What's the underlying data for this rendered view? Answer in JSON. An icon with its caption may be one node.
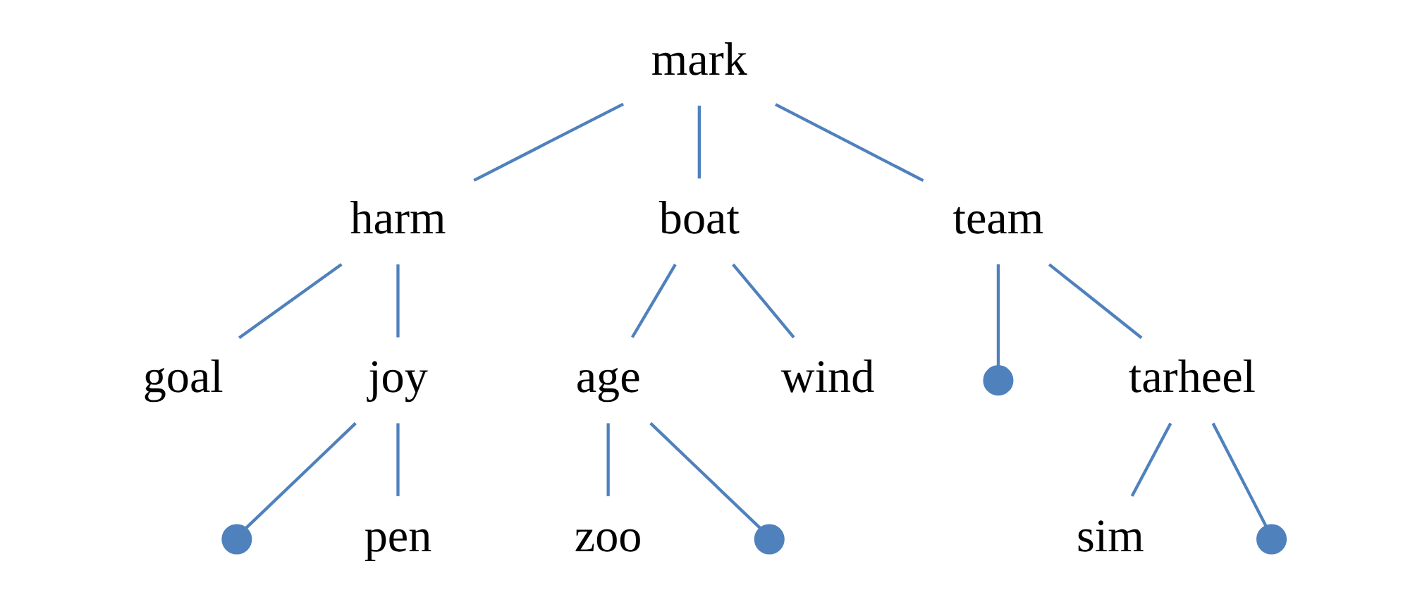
{
  "diagram": {
    "nodes": [
      {
        "text": [
          "mark"
        ]
      },
      {
        "text": [
          "harm"
        ]
      },
      {
        "text": [
          "boat"
        ]
      },
      {
        "text": [
          "team"
        ]
      },
      {
        "text": [],
        "shape": "circle"
      },
      {
        "text": [
          "goal"
        ]
      },
      {
        "text": [
          "joy"
        ]
      },
      {
        "text": [
          "age"
        ]
      },
      {
        "text": [
          "wind"
        ]
      },
      {
        "text": [
          "tarheel"
        ]
      },
      {
        "text": [],
        "shape": "circle"
      },
      {
        "text": [],
        "shape": "circle"
      },
      {
        "text": [],
        "shape": "circle"
      },
      {
        "text": [
          "pen"
        ]
      },
      {
        "text": [
          "zoo"
        ]
      },
      {
        "text": [
          "sim"
        ]
      }
    ],
    "edges": [
      {
        "from": 0,
        "to": 1,
        "arrow": "none"
      },
      {
        "from": 0,
        "to": 2,
        "arrow": "none"
      },
      {
        "from": 0,
        "to": 3,
        "arrow": "none"
      },
      {
        "from": 1,
        "to": 5,
        "arrow": "none"
      },
      {
        "from": 1,
        "to": 6,
        "arrow": "none"
      },
      {
        "from": 2,
        "to": 7,
        "arrow": "none"
      },
      {
        "from": 2,
        "to": 8,
        "arrow": "none"
      },
      {
        "from": 3,
        "to": 4,
        "arrow": "none"
      },
      {
        "from": 3,
        "to": 9,
        "arrow": "none"
      },
      {
        "from": 6,
        "to": 10,
        "arrow": "none"
      },
      {
        "from": 6,
        "to": 13,
        "arrow": "none"
      },
      {
        "from": 7,
        "to": 14,
        "arrow": "none"
      },
      {
        "from": 7,
        "to": 11,
        "arrow": "none"
      },
      {
        "from": 9,
        "to": 15,
        "arrow": "none"
      },
      {
        "from": 9,
        "to": 12,
        "arrow": "none"
      }
    ]
  }
}
